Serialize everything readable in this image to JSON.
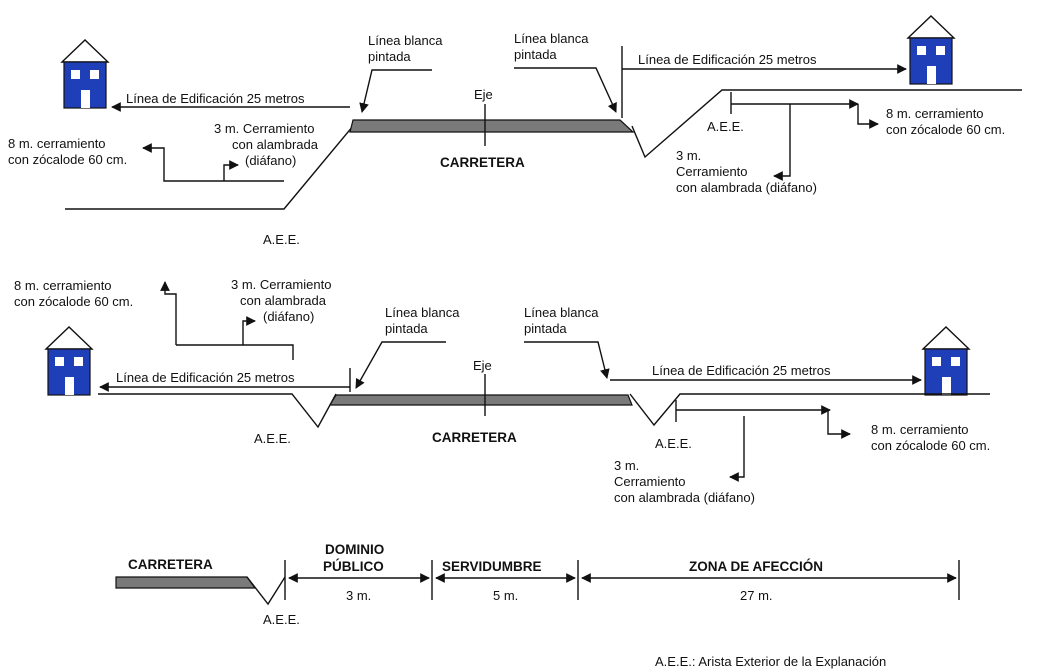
{
  "colors": {
    "house_body": "#1f3fb8",
    "house_roof": "#ffffff",
    "road": "#7a7a7a"
  },
  "icons": [
    "house-icon",
    "arrow-icon"
  ],
  "diagram1": {
    "linea_blanca_left": [
      "Línea blanca",
      "pintada"
    ],
    "linea_blanca_right": [
      "Línea blanca",
      "pintada"
    ],
    "edificacion_left": "Línea de Edificación 25 metros",
    "edificacion_right": "Línea de Edificación 25 metros",
    "eje": "Eje",
    "carretera": "CARRETERA",
    "cerramiento_8_left": [
      "8 m. cerramiento",
      "con zócalode 60 cm."
    ],
    "cerramiento_3_left": [
      "3 m. Cerramiento",
      "con alambrada",
      "(diáfano)"
    ],
    "aee_left": "A.E.E.",
    "aee_right": "A.E.E.",
    "cerramiento_8_right": [
      "8 m. cerramiento",
      "con zócalode 60 cm."
    ],
    "cerramiento_3_right": [
      "3 m.",
      "Cerramiento",
      "con alambrada (diáfano)"
    ]
  },
  "diagram2": {
    "cerramiento_8_left": [
      "8 m. cerramiento",
      "con zócalode 60 cm."
    ],
    "cerramiento_3_left": [
      "3 m. Cerramiento",
      "con alambrada",
      "(diáfano)"
    ],
    "linea_blanca_left": [
      "Línea blanca",
      "pintada"
    ],
    "linea_blanca_right": [
      "Línea blanca",
      "pintada"
    ],
    "eje": "Eje",
    "edificacion_left": "Línea de Edificación 25 metros",
    "edificacion_right": "Línea de Edificación 25 metros",
    "carretera": "CARRETERA",
    "aee_left": "A.E.E.",
    "aee_right": "A.E.E.",
    "cerramiento_8_right": [
      "8 m. cerramiento",
      "con zócalode 60 cm."
    ],
    "cerramiento_3_right": [
      "3 m.",
      "Cerramiento",
      "con alambrada (diáfano)"
    ]
  },
  "diagram3": {
    "carretera": "CARRETERA",
    "aee": "A.E.E.",
    "dominio": [
      "DOMINIO",
      "PÚBLICO"
    ],
    "dominio_dist": "3 m.",
    "servidumbre": "SERVIDUMBRE",
    "servidumbre_dist": "5 m.",
    "afeccion": "ZONA DE AFECCIÓN",
    "afeccion_dist": "27 m."
  },
  "footnote": "A.E.E.: Arista Exterior de la Explanación"
}
